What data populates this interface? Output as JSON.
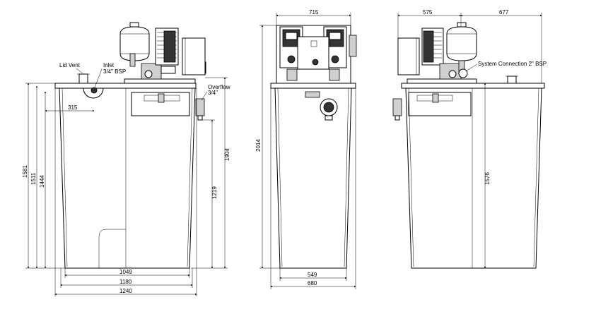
{
  "views": {
    "side_left": {
      "labels": {
        "lid_vent": "Lid Vent",
        "inlet": "Inlet",
        "inlet_size": "3/4\" BSP",
        "overflow": "Overflow",
        "overflow_size": "3/4\""
      },
      "dims": {
        "d315": "315",
        "d1581": "1581",
        "d1511": "1511",
        "d1444": "1444",
        "d1904": "1904",
        "d1219": "1219",
        "d1049": "1049",
        "d1180": "1180",
        "d1240": "1240"
      }
    },
    "front": {
      "dims": {
        "d715": "715",
        "d2014": "2014",
        "d549": "549",
        "d680": "680"
      }
    },
    "side_right": {
      "labels": {
        "system_connection": "System Connection 2\" BSP"
      },
      "dims": {
        "d575": "575",
        "d677": "677",
        "d1576": "1576"
      }
    }
  }
}
